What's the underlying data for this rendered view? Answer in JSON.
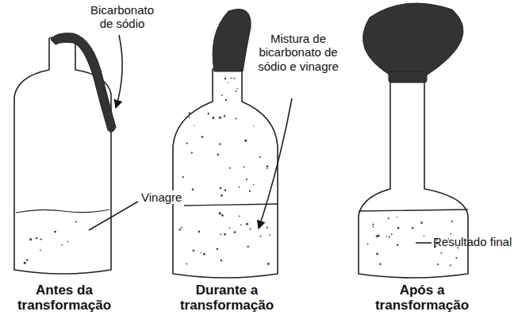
{
  "diagram": {
    "labels": [
      "Bicarbonato de sódio",
      "Mistura de bicarbonato de sódio e vinagre",
      "Vinagre",
      "Resultado final",
      "Antes da transformação",
      "Durante a transformação",
      "Após a transformação"
    ]
  }
}
